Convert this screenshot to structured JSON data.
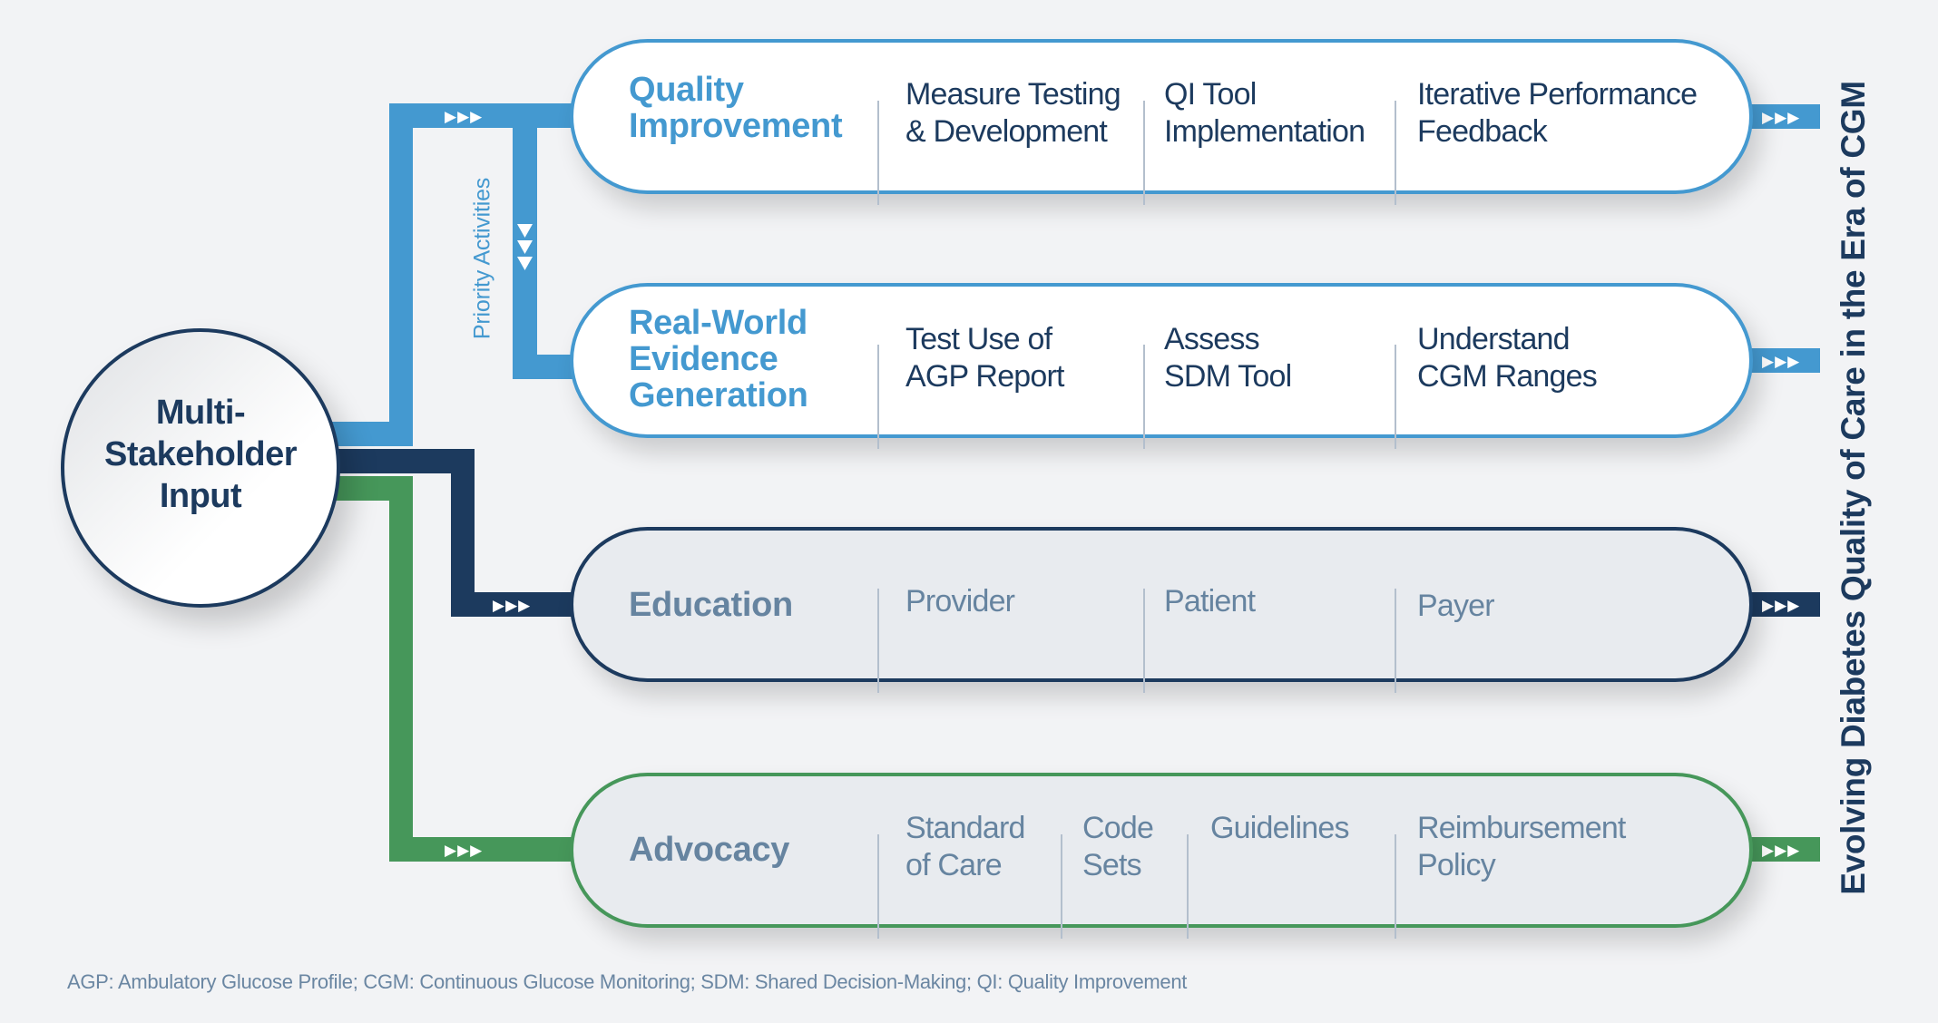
{
  "hub": {
    "label_lines": [
      "Multi-",
      "Stakeholder",
      "Input"
    ]
  },
  "priority_label": "Priority Activities",
  "side_title": "Evolving Diabetes Quality of Care in the Era of CGM",
  "footnote": "AGP: Ambulatory Glucose Profile; CGM: Continuous Glucose Monitoring; SDM: Shared Decision-Making; QI: Quality Improvement",
  "colors": {
    "background": "#f2f3f5",
    "quality_blue": "#4499d0",
    "navy": "#1c3a5e",
    "green": "#46975a",
    "muted_text": "#6684a0",
    "pill_grey": "#e8ebef"
  },
  "arrows": {
    "right": "▶▶▶",
    "down": "▼▼▼"
  },
  "rows": [
    {
      "id": "quality-improvement",
      "title_lines": [
        "Quality",
        "Improvement"
      ],
      "items": [
        [
          "Measure Testing",
          "& Development"
        ],
        [
          "QI Tool",
          "Implementation"
        ],
        [
          "Iterative Performance",
          "Feedback"
        ]
      ]
    },
    {
      "id": "real-world-evidence",
      "title_lines": [
        "Real-World",
        "Evidence",
        "Generation"
      ],
      "items": [
        [
          "Test Use of",
          "AGP Report"
        ],
        [
          "Assess",
          "SDM Tool"
        ],
        [
          "Understand",
          "CGM Ranges"
        ]
      ]
    },
    {
      "id": "education",
      "title_lines": [
        "Education"
      ],
      "items": [
        [
          "Provider"
        ],
        [
          "Patient"
        ],
        [
          "Payer"
        ]
      ]
    },
    {
      "id": "advocacy",
      "title_lines": [
        "Advocacy"
      ],
      "items": [
        [
          "Standard",
          "of Care"
        ],
        [
          "Code",
          "Sets"
        ],
        [
          "Guidelines"
        ],
        [
          "Reimbursement",
          "Policy"
        ]
      ]
    }
  ]
}
